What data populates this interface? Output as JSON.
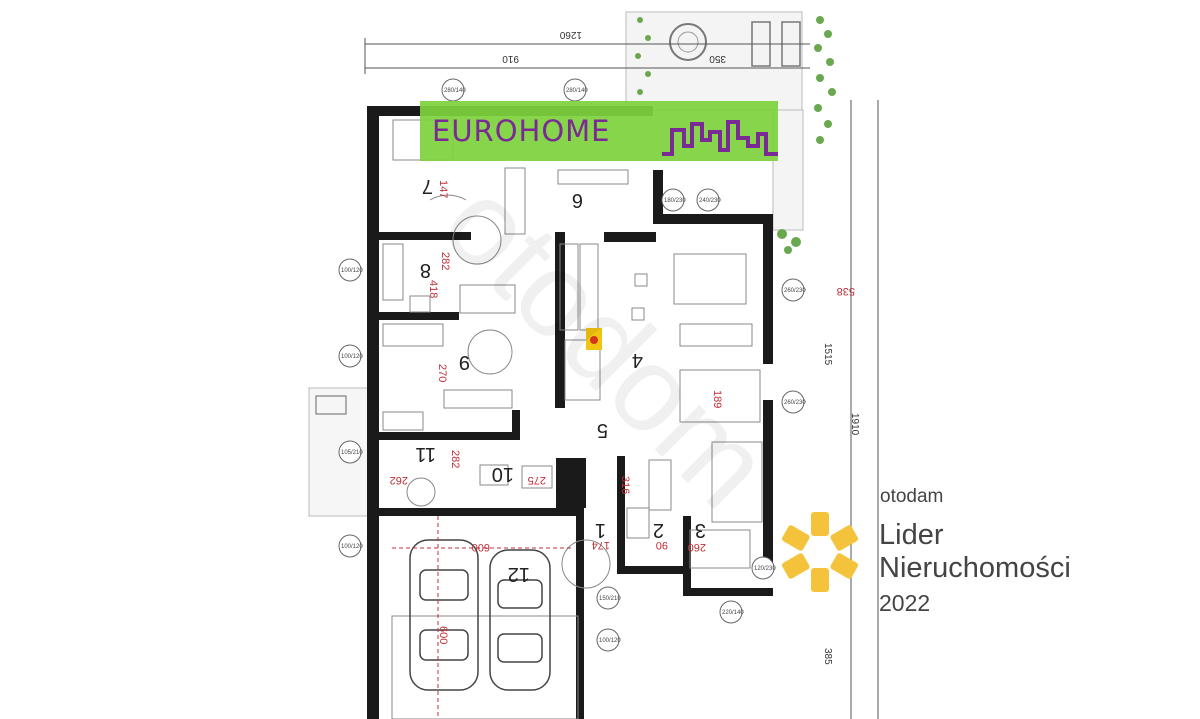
{
  "logo": {
    "text": "EUROHOME",
    "color": "#7a2a95",
    "background": "#7ed23c"
  },
  "badge": {
    "brand": "otodam",
    "line1": "Lider",
    "line2": "Nieruchomości",
    "year": "2022",
    "star_color": "#f5c33b"
  },
  "dimensions": {
    "top_total": "1260",
    "top_inner": "910",
    "terrace": "350",
    "right_outer": "1910",
    "right_inner": "1515",
    "right_bottom": "385",
    "living": "538",
    "dining": "189",
    "bath": "418",
    "bath_w": "282",
    "room6_h": "270",
    "room7": "147",
    "room11_h": "282",
    "room11_w": "262",
    "room10": "275",
    "garage_w": "600",
    "garage_h": "600",
    "hall": "174",
    "room2": "90",
    "room3": "260",
    "pantry": "316"
  },
  "rooms": [
    "1",
    "2",
    "3",
    "4",
    "5",
    "6",
    "7",
    "8",
    "9",
    "10",
    "11",
    "12"
  ],
  "window_badges": [
    "280/140",
    "280/140",
    "180/230",
    "240/230",
    "100/120",
    "260/230",
    "260/230",
    "100/120",
    "105/210",
    "100/120",
    "150/210",
    "100/120",
    "220/140",
    "120/230"
  ]
}
